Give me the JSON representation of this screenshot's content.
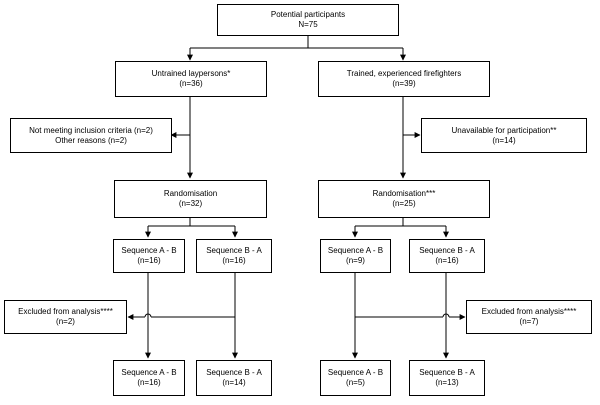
{
  "boxes": {
    "potential": {
      "line1": "Potential participants",
      "line2": "N=75"
    },
    "untrained": {
      "line1": "Untrained laypersons*",
      "line2": "(n=36)"
    },
    "trained": {
      "line1": "Trained, experienced firefighters",
      "line2": "(n=39)"
    },
    "not_meeting": {
      "line1": "Not meeting inclusion criteria (n=2)",
      "line2": "Other reasons (n=2)"
    },
    "unavailable": {
      "line1": "Unavailable for participation**",
      "line2": "(n=14)"
    },
    "rand_left": {
      "line1": "Randomisation",
      "line2": "(n=32)"
    },
    "rand_right": {
      "line1": "Randomisation***",
      "line2": "(n=25)"
    },
    "left_seq_ab_1": {
      "line1": "Sequence A - B",
      "line2": "(n=16)"
    },
    "left_seq_ba_1": {
      "line1": "Sequence B - A",
      "line2": "(n=16)"
    },
    "right_seq_ab_1": {
      "line1": "Sequence A - B",
      "line2": "(n=9)"
    },
    "right_seq_ba_1": {
      "line1": "Sequence B - A",
      "line2": "(n=16)"
    },
    "excluded_left": {
      "line1": "Excluded from analysis****",
      "line2": "(n=2)"
    },
    "excluded_right": {
      "line1": "Excluded from analysis****",
      "line2": "(n=7)"
    },
    "left_seq_ab_2": {
      "line1": "Sequence A - B",
      "line2": "(n=16)"
    },
    "left_seq_ba_2": {
      "line1": "Sequence B - A",
      "line2": "(n=14)"
    },
    "right_seq_ab_2": {
      "line1": "Sequence A - B",
      "line2": "(n=5)"
    },
    "right_seq_ba_2": {
      "line1": "Sequence B - A",
      "line2": "(n=13)"
    }
  }
}
